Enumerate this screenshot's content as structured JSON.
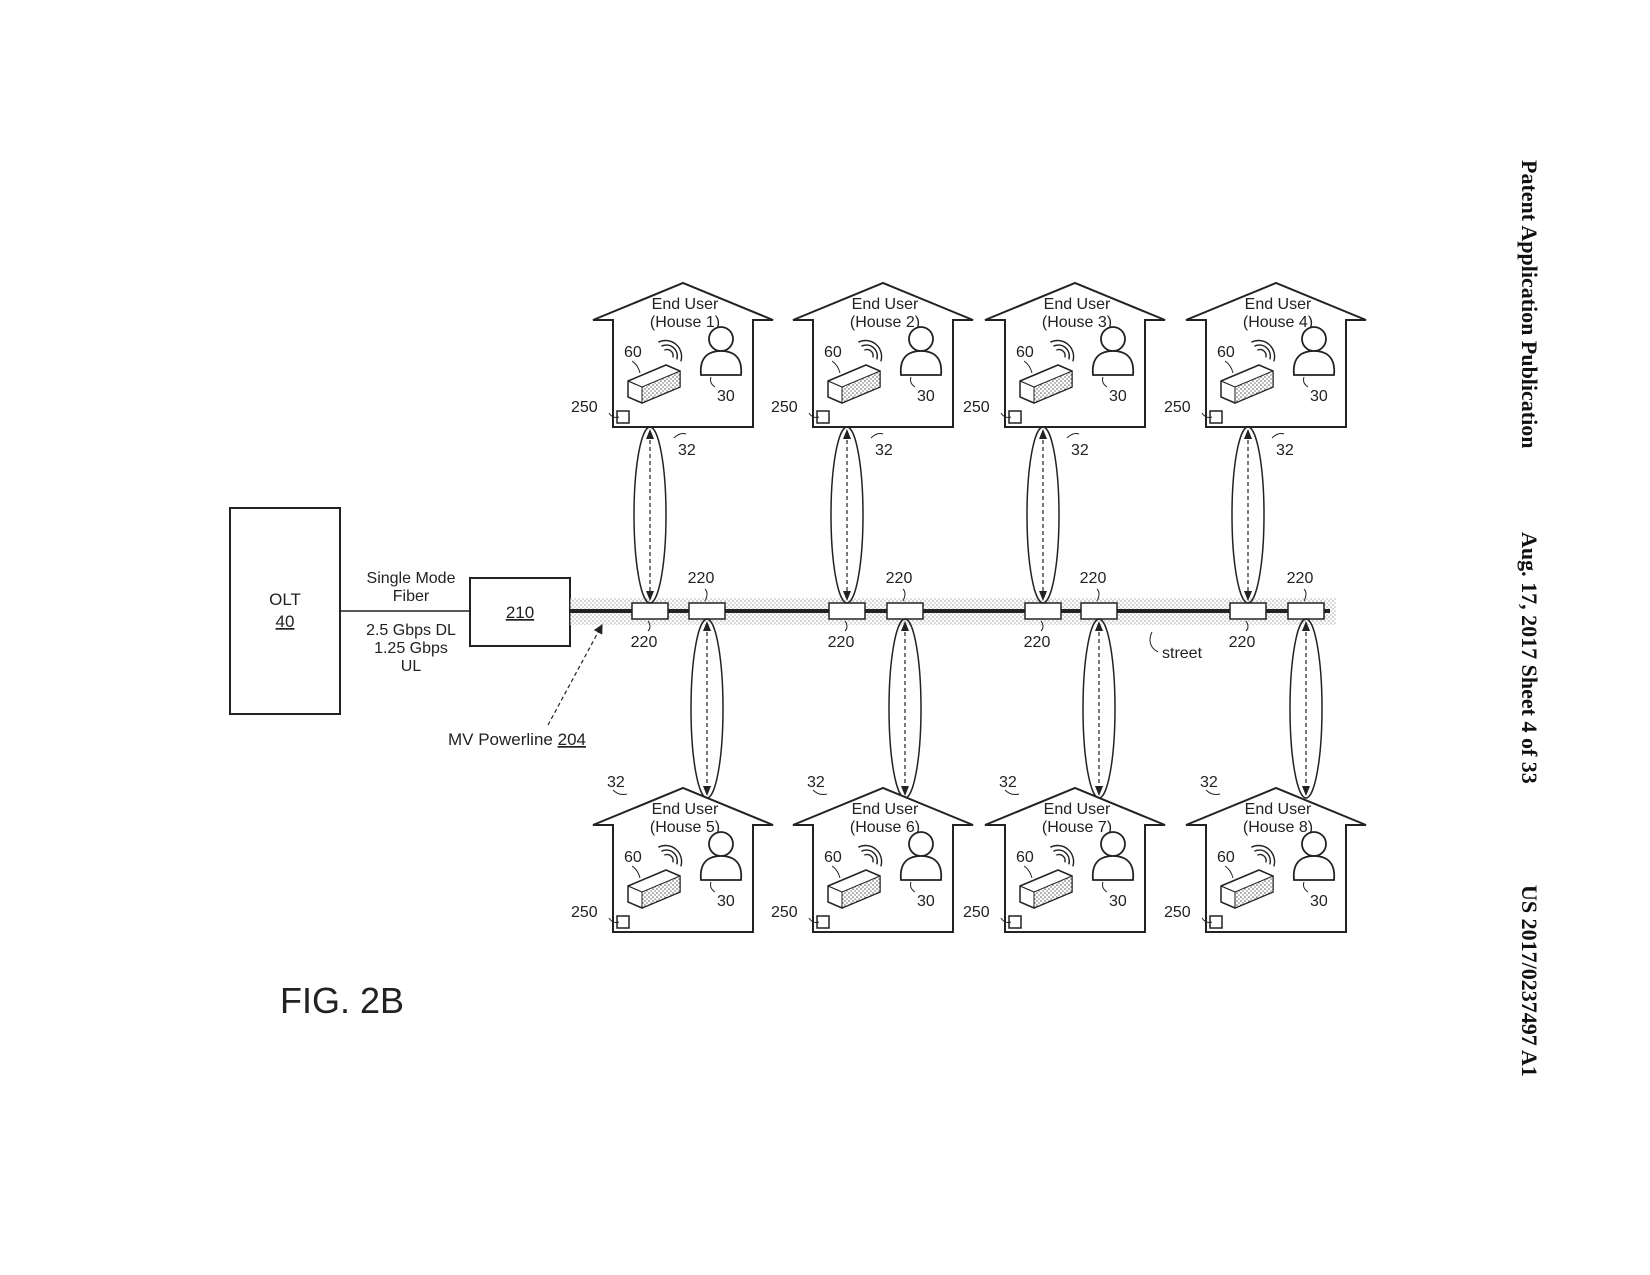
{
  "header": {
    "publication": "Patent Application Publication",
    "date_sheet": "Aug. 17, 2017  Sheet 4 of 33",
    "number": "US 2017/0237497 A1"
  },
  "figure_label": "FIG. 2B",
  "olt": {
    "name": "OLT",
    "ref": "40"
  },
  "fiber": {
    "line1": "Single Mode",
    "line2": "Fiber",
    "rate1": "2.5 Gbps DL",
    "rate2": "1.25 Gbps",
    "rate3": "UL"
  },
  "node": {
    "ref": "210"
  },
  "powerline": {
    "name": "MV Powerline",
    "ref": "204"
  },
  "street_label": "street",
  "coupler_ref": "220",
  "wireless_ref": "32",
  "houses": [
    {
      "title": "End User",
      "name": "(House 1)",
      "device_ref": "60",
      "user_ref": "30",
      "box_ref": "250"
    },
    {
      "title": "End User",
      "name": "(House 2)",
      "device_ref": "60",
      "user_ref": "30",
      "box_ref": "250"
    },
    {
      "title": "End User",
      "name": "(House 3)",
      "device_ref": "60",
      "user_ref": "30",
      "box_ref": "250"
    },
    {
      "title": "End User",
      "name": "(House 4)",
      "device_ref": "60",
      "user_ref": "30",
      "box_ref": "250"
    },
    {
      "title": "End User",
      "name": "(House 5)",
      "device_ref": "60",
      "user_ref": "30",
      "box_ref": "250"
    },
    {
      "title": "End User",
      "name": "(House 6)",
      "device_ref": "60",
      "user_ref": "30",
      "box_ref": "250"
    },
    {
      "title": "End User",
      "name": "(House 7)",
      "device_ref": "60",
      "user_ref": "30",
      "box_ref": "250"
    },
    {
      "title": "End User",
      "name": "(House 8)",
      "device_ref": "60",
      "user_ref": "30",
      "box_ref": "250"
    }
  ]
}
